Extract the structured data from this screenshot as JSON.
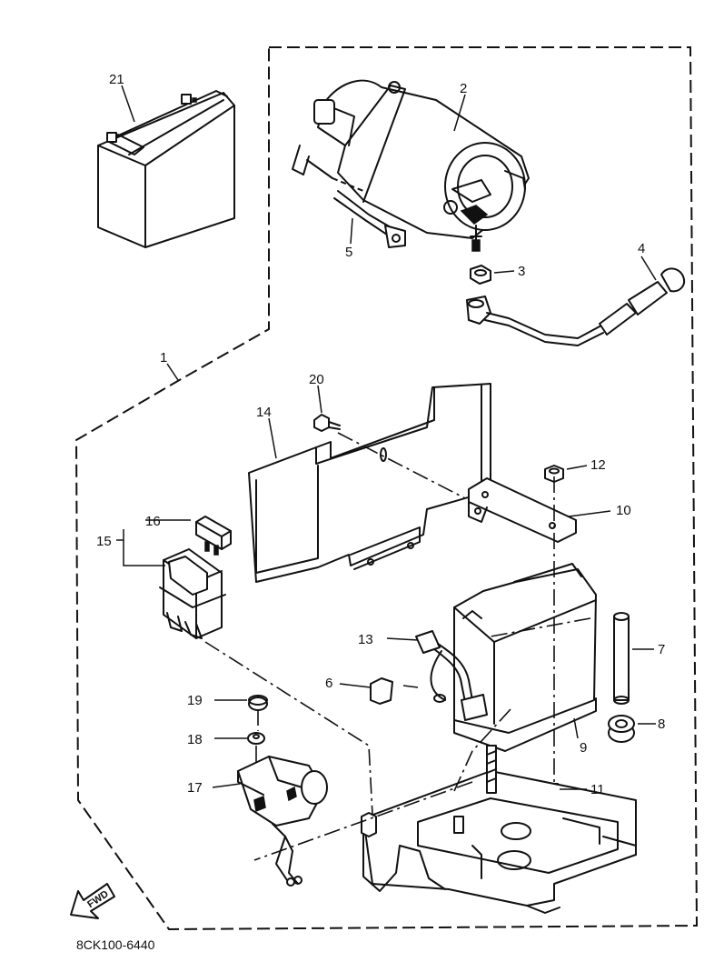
{
  "callouts": {
    "c1": "1",
    "c2": "2",
    "c3": "3",
    "c4": "4",
    "c5": "5",
    "c6": "6",
    "c7": "7",
    "c8": "8",
    "c9": "9",
    "c10": "10",
    "c11": "11",
    "c12": "12",
    "c13": "13",
    "c14": "14",
    "c15": "15",
    "c16": "16",
    "c17": "17",
    "c18": "18",
    "c19": "19",
    "c20": "20",
    "c21": "21"
  },
  "find_arrow_label": "FWD",
  "drawing_code": "8CK100-6440"
}
